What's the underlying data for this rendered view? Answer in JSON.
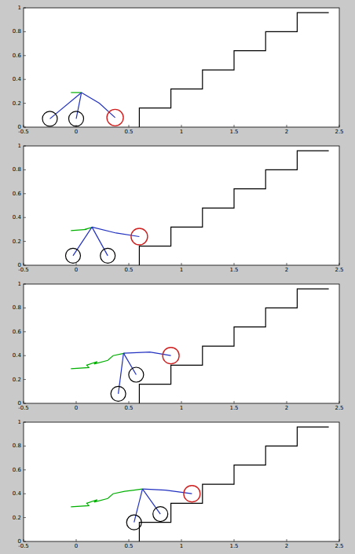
{
  "diagram": {
    "labels": [
      "0",
      "0.2",
      "0.4",
      "0.6",
      "0.8",
      "1",
      "-0.5",
      "0",
      "0.5",
      "1",
      "1.5",
      "2",
      "2.5",
      "0",
      "0.2",
      "0.4",
      "0.6",
      "0.8",
      "1",
      "-0.5",
      "0",
      "0.5",
      "1",
      "1.5",
      "2",
      "2.5",
      "0",
      "0.2",
      "0.4",
      "0.6",
      "0.8",
      "1",
      "-0.5",
      "0",
      "0.5",
      "1",
      "1.5",
      "2",
      "2.5",
      "0",
      "0.2",
      "0.4",
      "0.6",
      "0.8",
      "1",
      "-0.5",
      "0",
      "0.5",
      "1",
      "1.5",
      "2",
      "2.5"
    ]
  }
}
